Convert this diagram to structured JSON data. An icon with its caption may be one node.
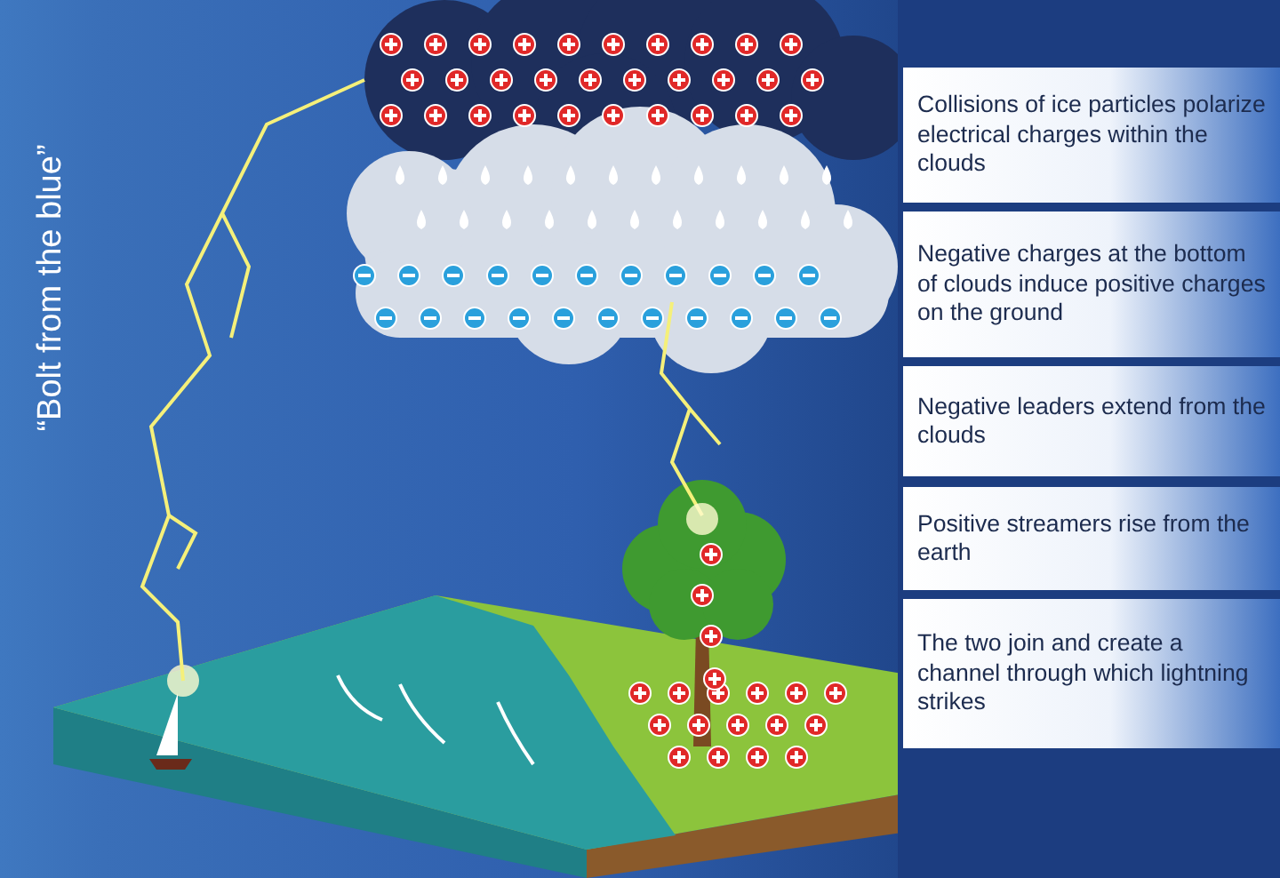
{
  "diagram": {
    "nodes": [
      {
        "text": [
          "Collisions of ice particles polarize electrical charges within the clouds"
        ]
      },
      {
        "text": [
          "Negative charges at the bottom of clouds induce positive charges on the ground"
        ]
      },
      {
        "text": [
          "Negative leaders extend from the clouds"
        ]
      },
      {
        "text": [
          "Positive streamers rise from the earth"
        ]
      },
      {
        "text": [
          "The two join and create a channel through which lightning strikes"
        ]
      }
    ],
    "labels": [
      "“Bolt from the blue”"
    ]
  }
}
